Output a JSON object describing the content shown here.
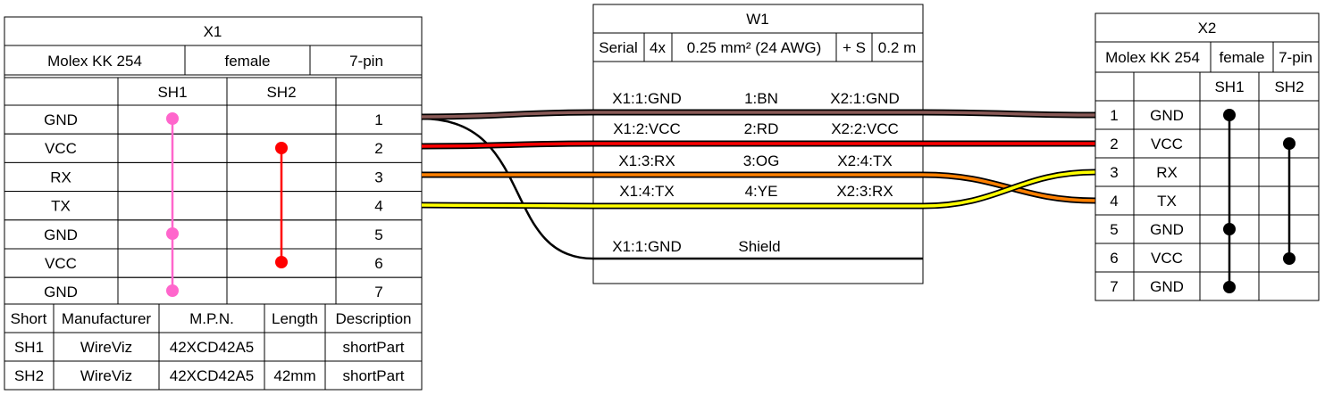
{
  "x1": {
    "title": "X1",
    "info": [
      "Molex KK 254",
      "female",
      "7-pin"
    ],
    "short_headers": [
      "SH1",
      "SH2"
    ],
    "pins": [
      {
        "label": "GND",
        "num": "1"
      },
      {
        "label": "VCC",
        "num": "2"
      },
      {
        "label": "RX",
        "num": "3"
      },
      {
        "label": "TX",
        "num": "4"
      },
      {
        "label": "GND",
        "num": "5"
      },
      {
        "label": "VCC",
        "num": "6"
      },
      {
        "label": "GND",
        "num": "7"
      }
    ],
    "bom_headers": [
      "Short",
      "Manufacturer",
      "M.P.N.",
      "Length",
      "Description"
    ],
    "bom_rows": [
      [
        "SH1",
        "WireViz",
        "42XCD42A5",
        "",
        "shortPart"
      ],
      [
        "SH2",
        "WireViz",
        "42XCD42A5",
        "42mm",
        "shortPart"
      ]
    ],
    "sh1_color": "#ff66cc",
    "sh2_color": "#ff0000"
  },
  "w1": {
    "title": "W1",
    "info": [
      "Serial",
      "4x",
      "0.25 mm² (24 AWG)",
      "+ S",
      "0.2 m"
    ],
    "wires": [
      {
        "left": "X1:1:GND",
        "mid": "1:BN",
        "right": "X2:1:GND",
        "color": "#895956"
      },
      {
        "left": "X1:2:VCC",
        "mid": "2:RD",
        "right": "X2:2:VCC",
        "color": "#ff0000"
      },
      {
        "left": "X1:3:RX",
        "mid": "3:OG",
        "right": "X2:4:TX",
        "color": "#ff8000"
      },
      {
        "left": "X1:4:TX",
        "mid": "4:YE",
        "right": "X2:3:RX",
        "color": "#ffff00"
      }
    ],
    "shield": {
      "left": "X1:1:GND",
      "mid": "Shield"
    }
  },
  "x2": {
    "title": "X2",
    "info": [
      "Molex KK 254",
      "female",
      "7-pin"
    ],
    "short_headers": [
      "SH1",
      "SH2"
    ],
    "pins": [
      {
        "num": "1",
        "label": "GND"
      },
      {
        "num": "2",
        "label": "VCC"
      },
      {
        "num": "3",
        "label": "RX"
      },
      {
        "num": "4",
        "label": "TX"
      },
      {
        "num": "5",
        "label": "GND"
      },
      {
        "num": "6",
        "label": "VCC"
      },
      {
        "num": "7",
        "label": "GND"
      }
    ],
    "sh_color": "#000000"
  }
}
